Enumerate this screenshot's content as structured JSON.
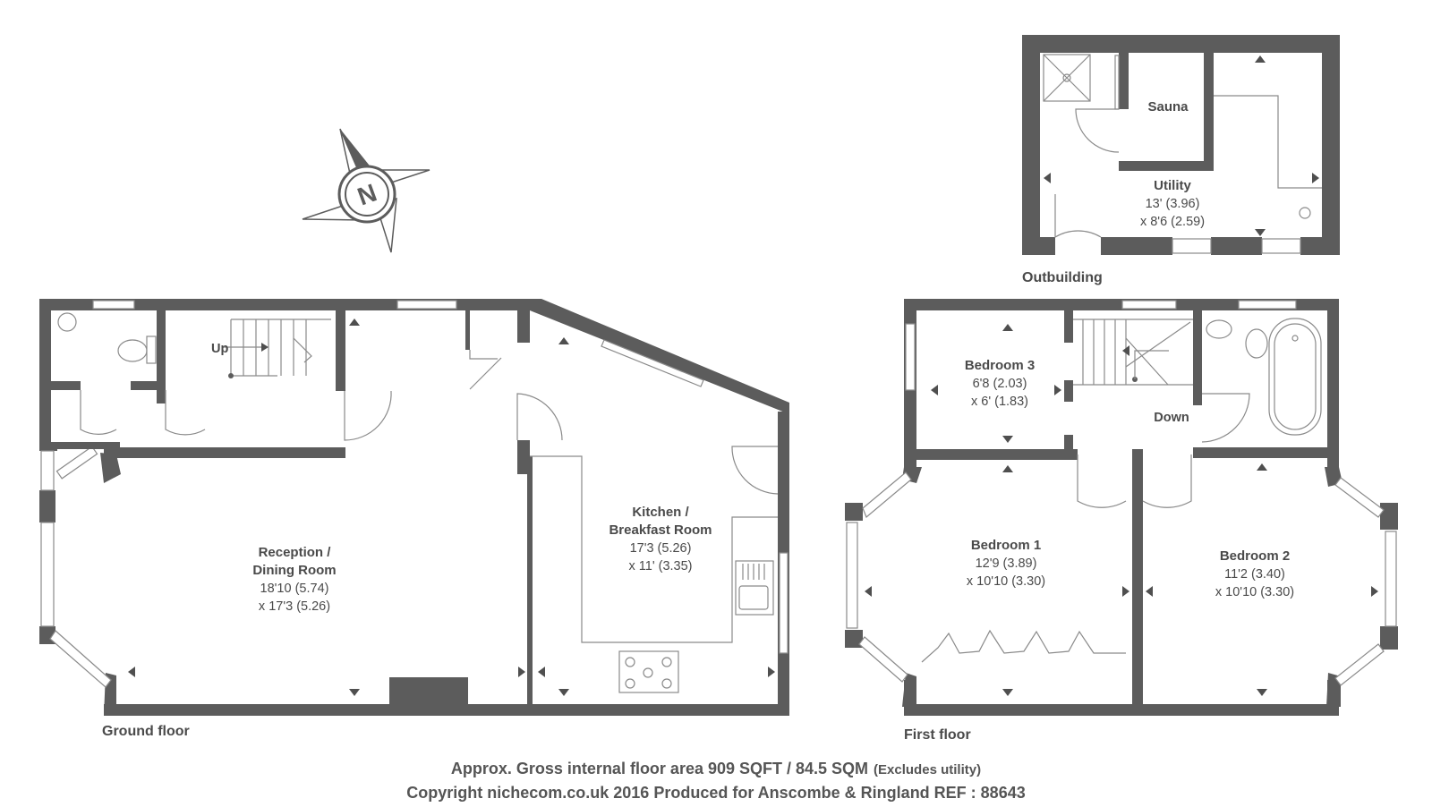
{
  "compass": {
    "icon": "north-compass-icon",
    "letter": "N"
  },
  "floors": {
    "ground": {
      "label": "Ground floor"
    },
    "first": {
      "label": "First floor"
    },
    "outbuilding": {
      "label": "Outbuilding"
    }
  },
  "rooms": {
    "reception": {
      "name1": "Reception /",
      "name2": "Dining Room",
      "dim1": "18'10 (5.74)",
      "dim2": "x 17'3 (5.26)"
    },
    "kitchen": {
      "name1": "Kitchen /",
      "name2": "Breakfast Room",
      "dim1": "17'3 (5.26)",
      "dim2": "x 11' (3.35)"
    },
    "bedroom1": {
      "name": "Bedroom 1",
      "dim1": "12'9 (3.89)",
      "dim2": "x 10'10 (3.30)"
    },
    "bedroom2": {
      "name": "Bedroom 2",
      "dim1": "11'2 (3.40)",
      "dim2": "x 10'10 (3.30)"
    },
    "bedroom3": {
      "name": "Bedroom 3",
      "dim1": "6'8 (2.03)",
      "dim2": "x 6' (1.83)"
    },
    "utility": {
      "name": "Utility",
      "dim1": "13' (3.96)",
      "dim2": "x 8'6 (2.59)"
    },
    "sauna": {
      "name": "Sauna"
    }
  },
  "stairs": {
    "up": "Up",
    "down": "Down"
  },
  "footer": {
    "area_main": "Approx. Gross internal floor area 909 SQFT / 84.5 SQM",
    "area_note": "(Excludes utility)",
    "copyright": "Copyright nichecom.co.uk 2016 Produced for Anscombe & Ringland REF : 88643"
  }
}
